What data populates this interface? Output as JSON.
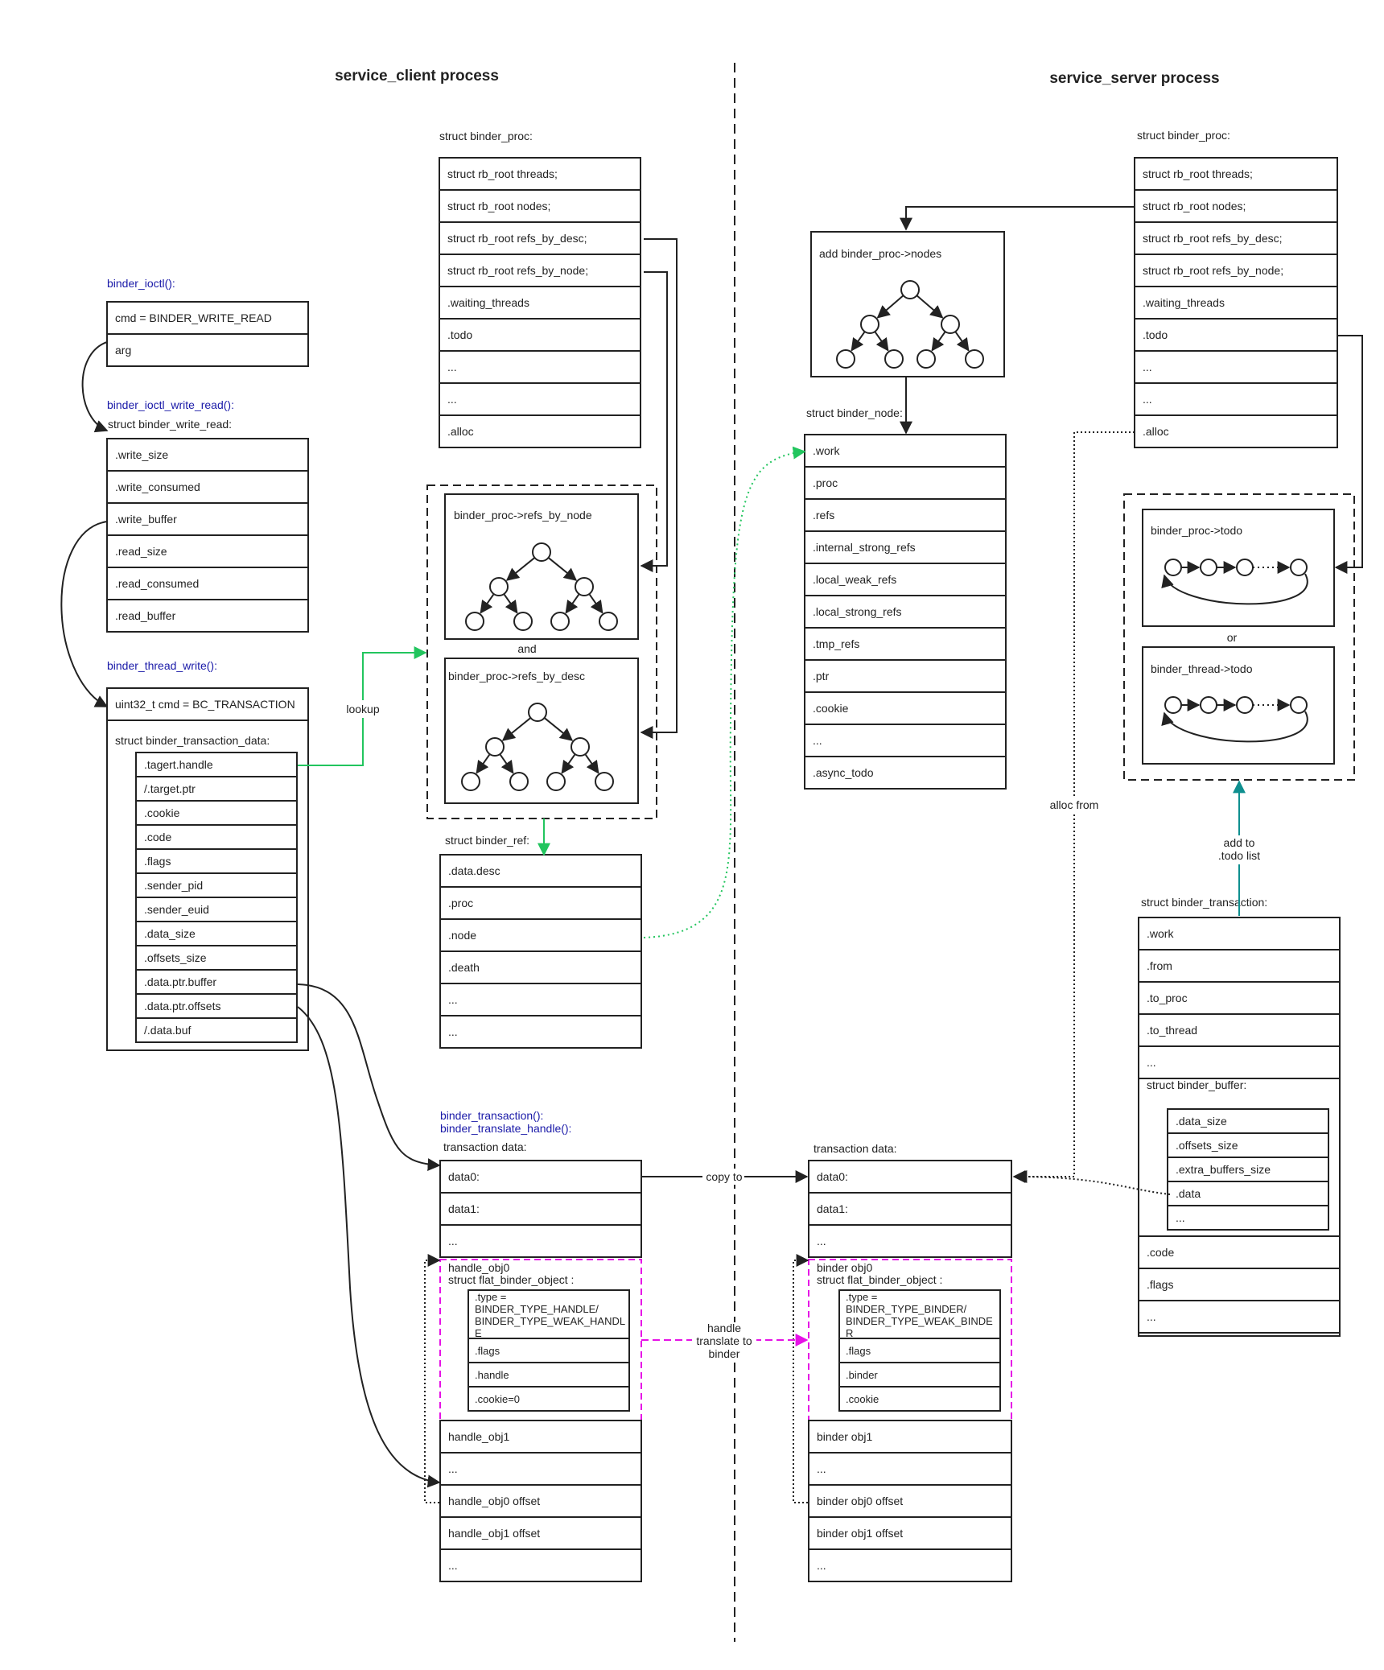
{
  "titles": {
    "client": "service_client process",
    "server": "service_server process"
  },
  "client": {
    "ioctl_fn": "binder_ioctl():",
    "ioctl_rows": [
      "cmd = BINDER_WRITE_READ",
      "arg"
    ],
    "write_read_fn": "binder_ioctl_write_read():",
    "write_read_struct": "struct binder_write_read:",
    "write_read_rows": [
      ".write_size",
      ".write_consumed",
      ".write_buffer",
      ".read_size",
      ".read_consumed",
      ".read_buffer"
    ],
    "thread_write_fn": "binder_thread_write():",
    "thread_write_cmd": "uint32_t cmd = BC_TRANSACTION",
    "txn_data_struct": "struct binder_transaction_data:",
    "txn_data_rows": [
      ".tagert.handle",
      "/.target.ptr",
      ".cookie",
      ".code",
      ".flags",
      ".sender_pid",
      ".sender_euid",
      ".data_size",
      ".offsets_size",
      ".data.ptr.buffer",
      ".data.ptr.offsets",
      "/.data.buf"
    ],
    "proc_struct": "struct binder_proc:",
    "proc_rows": [
      "struct rb_root threads;",
      "struct rb_root nodes;",
      "struct rb_root refs_by_desc;",
      "struct rb_root refs_by_node;",
      ".waiting_threads",
      ".todo",
      "...",
      "...",
      ".alloc"
    ],
    "refs_by_node": "binder_proc->refs_by_node",
    "and": "and",
    "refs_by_desc": "binder_proc->refs_by_desc",
    "lookup": "lookup",
    "ref_struct": "struct binder_ref:",
    "ref_rows": [
      ".data.desc",
      ".proc",
      ".node",
      ".death",
      "...",
      "..."
    ],
    "txn_fns": [
      "binder_transaction():",
      "binder_translate_handle():"
    ],
    "txn_data_label": "transaction data:",
    "txn_rows_top": [
      "data0:",
      "data1:",
      "..."
    ],
    "handle_obj0": "handle_obj0",
    "flat_obj": "struct flat_binder_object :",
    "flat_type": [
      ".type =",
      "BINDER_TYPE_HANDLE/",
      "BINDER_TYPE_WEAK_HANDL",
      "E"
    ],
    "flat_rows": [
      ".flags",
      ".handle",
      ".cookie=0"
    ],
    "txn_rows_bottom": [
      "handle_obj1",
      "...",
      "handle_obj0 offset",
      "handle_obj1 offset",
      "..."
    ]
  },
  "server": {
    "proc_struct": "struct binder_proc:",
    "proc_rows": [
      "struct rb_root threads;",
      "struct rb_root nodes;",
      "struct rb_root refs_by_desc;",
      "struct rb_root refs_by_node;",
      ".waiting_threads",
      ".todo",
      "...",
      "...",
      ".alloc"
    ],
    "add_nodes": "add binder_proc->nodes",
    "node_struct": "struct binder_node:",
    "node_rows": [
      ".work",
      ".proc",
      ".refs",
      ".internal_strong_refs",
      ".local_weak_refs",
      ".local_strong_refs",
      ".tmp_refs",
      ".ptr",
      ".cookie",
      "...",
      ".async_todo"
    ],
    "proc_todo": "binder_proc->todo",
    "or": "or",
    "thread_todo": "binder_thread->todo",
    "alloc_from": "alloc from",
    "add_to": [
      "add to",
      ".todo list"
    ],
    "txn_struct": "struct binder_transaction:",
    "txn_rows": [
      ".work",
      ".from",
      ".to_proc",
      ".to_thread",
      "..."
    ],
    "buffer_struct": "struct binder_buffer:",
    "buffer_rows": [
      ".data_size",
      ".offsets_size",
      ".extra_buffers_size",
      ".data",
      "..."
    ],
    "txn_rows_after": [
      ".code",
      ".flags",
      "..."
    ],
    "txn_data_label": "transaction data:",
    "txn_rows_top": [
      "data0:",
      "data1:",
      "..."
    ],
    "binder_obj0": "binder obj0",
    "flat_obj": "struct flat_binder_object :",
    "flat_type": [
      ".type =",
      "BINDER_TYPE_BINDER/",
      "BINDER_TYPE_WEAK_BINDE",
      "R"
    ],
    "flat_rows": [
      ".flags",
      ".binder",
      ".cookie"
    ],
    "txn_rows_bottom": [
      "binder obj1",
      "...",
      "binder obj0 offset",
      "binder obj1 offset",
      "..."
    ]
  },
  "links": {
    "copy_to": "copy to",
    "translate": [
      "handle",
      "translate to",
      "binder"
    ]
  },
  "colors": {
    "fn_label": "#1a1aa8",
    "lookup_arrow": "#22c55e",
    "add_arrow": "#0f8f8f",
    "translate_arrow": "#e611e6",
    "line": "#222222"
  }
}
